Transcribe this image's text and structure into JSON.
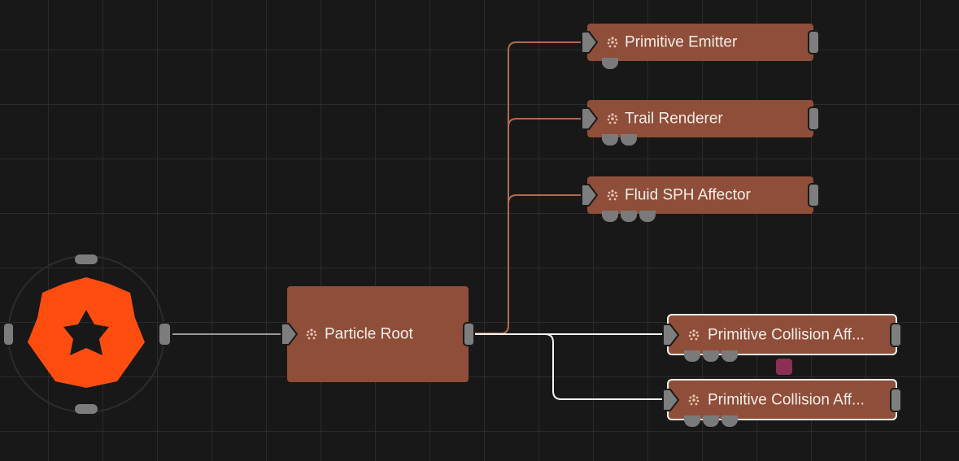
{
  "nodes": {
    "primitive_emitter": {
      "label": "Primitive Emitter"
    },
    "trail_renderer": {
      "label": "Trail Renderer"
    },
    "fluid_sph_affector": {
      "label": "Fluid SPH Affector"
    },
    "particle_root": {
      "label": "Particle Root"
    },
    "primitive_collision_1": {
      "label": "Primitive Collision Aff..."
    },
    "primitive_collision_2": {
      "label": "Primitive Collision Aff..."
    }
  },
  "icons": {
    "node_icon": "particles-icon",
    "source": "brand-star-icon"
  },
  "colors": {
    "background": "#181818",
    "node": "#8f4e39",
    "wire_particle": "#b36a4f",
    "wire_selected": "#f2f2f2",
    "brand": "#ff4d10",
    "marker": "#8a2f55"
  }
}
